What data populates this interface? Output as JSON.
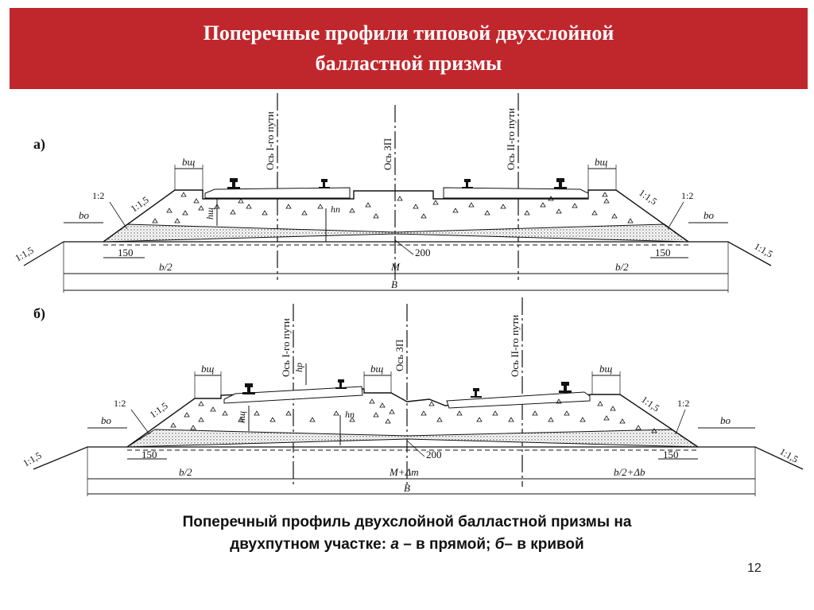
{
  "title": {
    "line1": "Поперечные профили типовой двухслойной",
    "line2": "балластной призмы"
  },
  "panel_a": {
    "label": "а)",
    "axis_track1": "Ось I-го пути",
    "axis_center": "Ось ЗП",
    "axis_track2": "Ось II-го пути",
    "b_sh_left": "bщ",
    "b_sh_right": "bщ",
    "slope_left_1_2": "1:2",
    "slope_left_1_1_5": "1:1,5",
    "slope_right_1_1_5": "1:1,5",
    "slope_right_1_2": "1:2",
    "b_o_left": "bо",
    "b_o_right": "bо",
    "h_sh": "hщ",
    "h_p": "hп",
    "dim_150_left": "150",
    "dim_150_right": "150",
    "dim_200": "200",
    "slope_outer_left": "1:1,5",
    "slope_outer_right": "1:1,5",
    "b_half_left": "b/2",
    "M": "M",
    "b_half_right": "b/2",
    "B": "B"
  },
  "panel_b": {
    "label": "б)",
    "axis_track1": "Ось I-го пути",
    "axis_center": "Ось ЗП",
    "axis_track2": "Ось II-го пути",
    "h_r": "hр",
    "b_sh_left": "bщ",
    "b_sh_mid": "bщ",
    "b_sh_right": "bщ",
    "slope_left_1_2": "1:2",
    "slope_left_1_1_5": "1:1,5",
    "slope_right_1_1_5": "1:1,5",
    "slope_right_1_2": "1:2",
    "b_o_left": "bо",
    "b_o_right": "bо",
    "h_sh": "hщ",
    "h_p": "hп",
    "dim_150_left": "150",
    "dim_150_right": "150",
    "dim_200": "200",
    "slope_outer_left": "1:1,5",
    "slope_outer_right": "1:1,5",
    "b_half_left": "b/2",
    "M_dm": "M+Δm",
    "b_half_right": "b/2+Δb",
    "B": "B"
  },
  "caption": {
    "line1": "Поперечный профиль двухслойной балластной призмы на",
    "line2_pre": "двухпутном участке: ",
    "line2_a": "а",
    "line2_mid": " – в прямой; ",
    "line2_b": "б",
    "line2_post": "– в кривой"
  },
  "page_number": "12",
  "colors": {
    "title_bg": "#c0272d",
    "title_text": "#ffffff",
    "line": "#111111"
  }
}
